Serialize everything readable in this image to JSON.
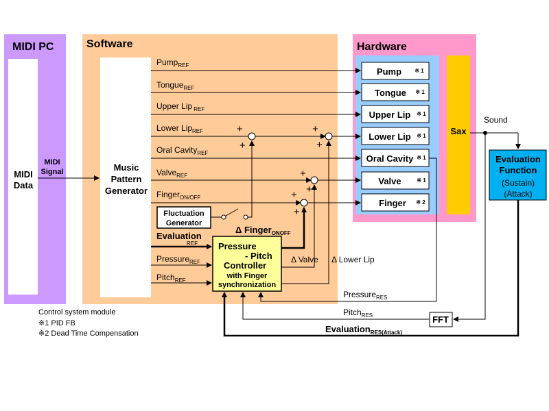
{
  "sections": {
    "midi_pc": "MIDI PC",
    "software": "Software",
    "hardware": "Hardware"
  },
  "blocks": {
    "midi_data": [
      "MIDI",
      "Data"
    ],
    "midi_signal": [
      "MIDI",
      "Signal"
    ],
    "music_pattern_generator": [
      "Music",
      "Pattern",
      "Generator"
    ],
    "fluctuation_generator": [
      "Fluctuation",
      "Generator"
    ],
    "controller": [
      "Pressure",
      "- Pitch",
      "Controller",
      "with Finger",
      "synchronization"
    ],
    "sax": "Sax",
    "evaluation_function": [
      "Evaluation",
      "Function",
      "(Sustain)",
      "(Attack)"
    ],
    "fft": "FFT"
  },
  "hardware_items": [
    {
      "name": "Pump",
      "mark": "※ 1"
    },
    {
      "name": "Tongue",
      "mark": "※ 1"
    },
    {
      "name": "Upper Lip",
      "mark": "※ 1"
    },
    {
      "name": "Lower Lip",
      "mark": "※ 1"
    },
    {
      "name": "Oral Cavity",
      "mark": "※ 1"
    },
    {
      "name": "Valve",
      "mark": "※ 1"
    },
    {
      "name": "Finger",
      "mark": "※ 2"
    }
  ],
  "ref_signals": [
    {
      "name": "Pump",
      "sub": "REF"
    },
    {
      "name": "Tongue",
      "sub": "REF"
    },
    {
      "name": "Upper  Lip",
      "sub": " REF"
    },
    {
      "name": "Lower Lip",
      "sub": "REF"
    },
    {
      "name": "Oral Cavity",
      "sub": "REF"
    },
    {
      "name": "Valve",
      "sub": "REF"
    },
    {
      "name": "Finger",
      "sub": "ON/OFF"
    }
  ],
  "controller_inputs": [
    {
      "name": "Evaluation",
      "sub": "REF"
    },
    {
      "name": "Pressure",
      "sub": "REF"
    },
    {
      "name": "Pitch",
      "sub": "REF"
    }
  ],
  "delta_labels": {
    "finger": {
      "name": "Δ Finger",
      "sub": "ONOFF"
    },
    "valve": "Δ Valve",
    "lower_lip": "Δ Lower Lip"
  },
  "feedback_labels": {
    "sound": "Sound",
    "pressure_res": {
      "name": "Pressure",
      "sub": "RES"
    },
    "pitch_res": {
      "name": "Pitch",
      "sub": "RES"
    },
    "evaluation_res": {
      "name": "Evaluation",
      "sub": "RES(Attack)"
    }
  },
  "plus": "+",
  "legend": {
    "title": "Control system module",
    "items": [
      "※1   PID FB",
      "※2   Dead Time Compensation"
    ]
  },
  "colors": {
    "midi_pc_bg": "#cc99ff",
    "software_bg": "#ffcc99",
    "hardware_bg": "#ff99cc",
    "hardware_inner": "#99ccff",
    "sax_bar": "#ffcc00",
    "controller": "#ffff99",
    "evaluation_function": "#00b0f0"
  }
}
